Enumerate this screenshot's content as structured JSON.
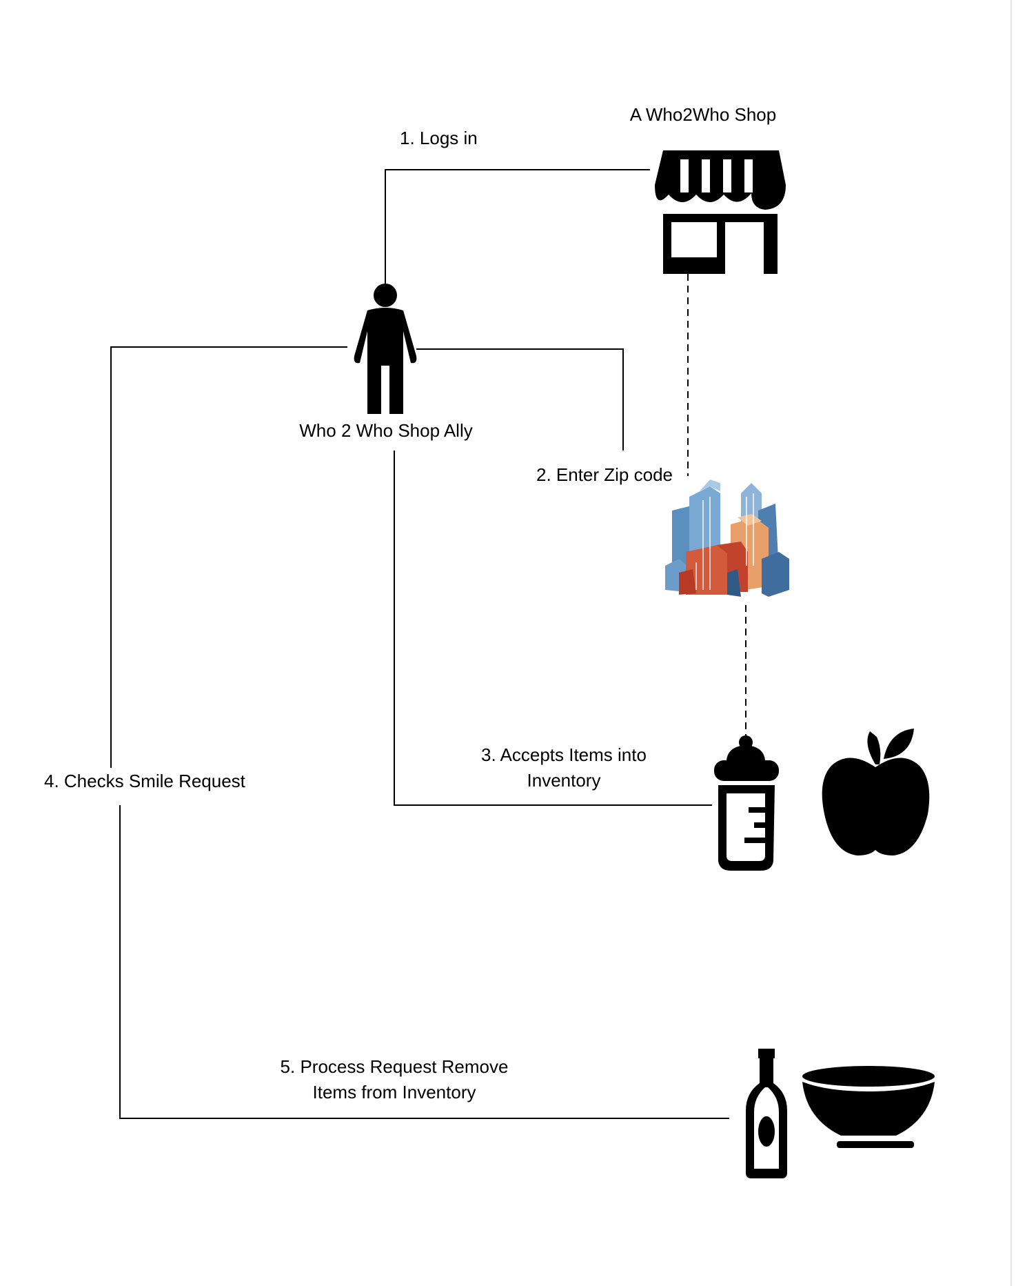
{
  "labels": {
    "shop_title": "A Who2Who Shop",
    "ally": "Who 2 Who Shop Ally",
    "step1": "1. Logs in",
    "step2": "2. Enter Zip code",
    "step3_line1": "3. Accepts Items into",
    "step3_line2": "Inventory",
    "step4": "4. Checks Smile Request",
    "step5_line1": "5. Process Request Remove",
    "step5_line2": "Items from Inventory"
  },
  "icons": {
    "shop": "storefront-icon",
    "person": "person-icon",
    "city": "city-buildings-icon",
    "bottle": "baby-bottle-icon",
    "apple": "apple-icon",
    "wine": "bottle-icon",
    "bowl": "bowl-icon"
  },
  "colors": {
    "stroke": "#000000",
    "building_blue": "#5b8fc0",
    "building_red": "#c2432c",
    "building_orange": "#e8a06a"
  }
}
